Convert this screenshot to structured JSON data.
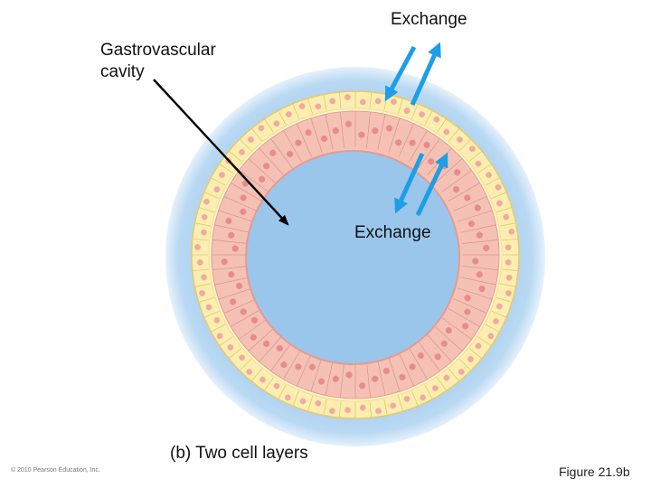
{
  "labels": {
    "exchange_top": "Exchange",
    "gastrovascular_line1": "Gastrovascular",
    "gastrovascular_line2": "cavity",
    "exchange_mid": "Exchange",
    "caption": "(b) Two cell layers",
    "copyright": "© 2010 Pearson Education, Inc.",
    "figure": "Figure 21.9b"
  },
  "colors": {
    "water": "#a8cdee",
    "water_edge": "#cfe4f7",
    "cavity": "#9ac6ec",
    "ectoderm_cell": "#fbeeb0",
    "ectoderm_nucleus": "#f4a6ac",
    "mesoglea": "#fff6c8",
    "endoderm_cell": "#f6c1b5",
    "endoderm_nucleus": "#ea8a8e",
    "arrow": "#1e9ee6",
    "pointer": "#000000"
  },
  "icons": {
    "exchange_arrows": "double-arrow-icon",
    "pointer": "arrow-icon"
  }
}
